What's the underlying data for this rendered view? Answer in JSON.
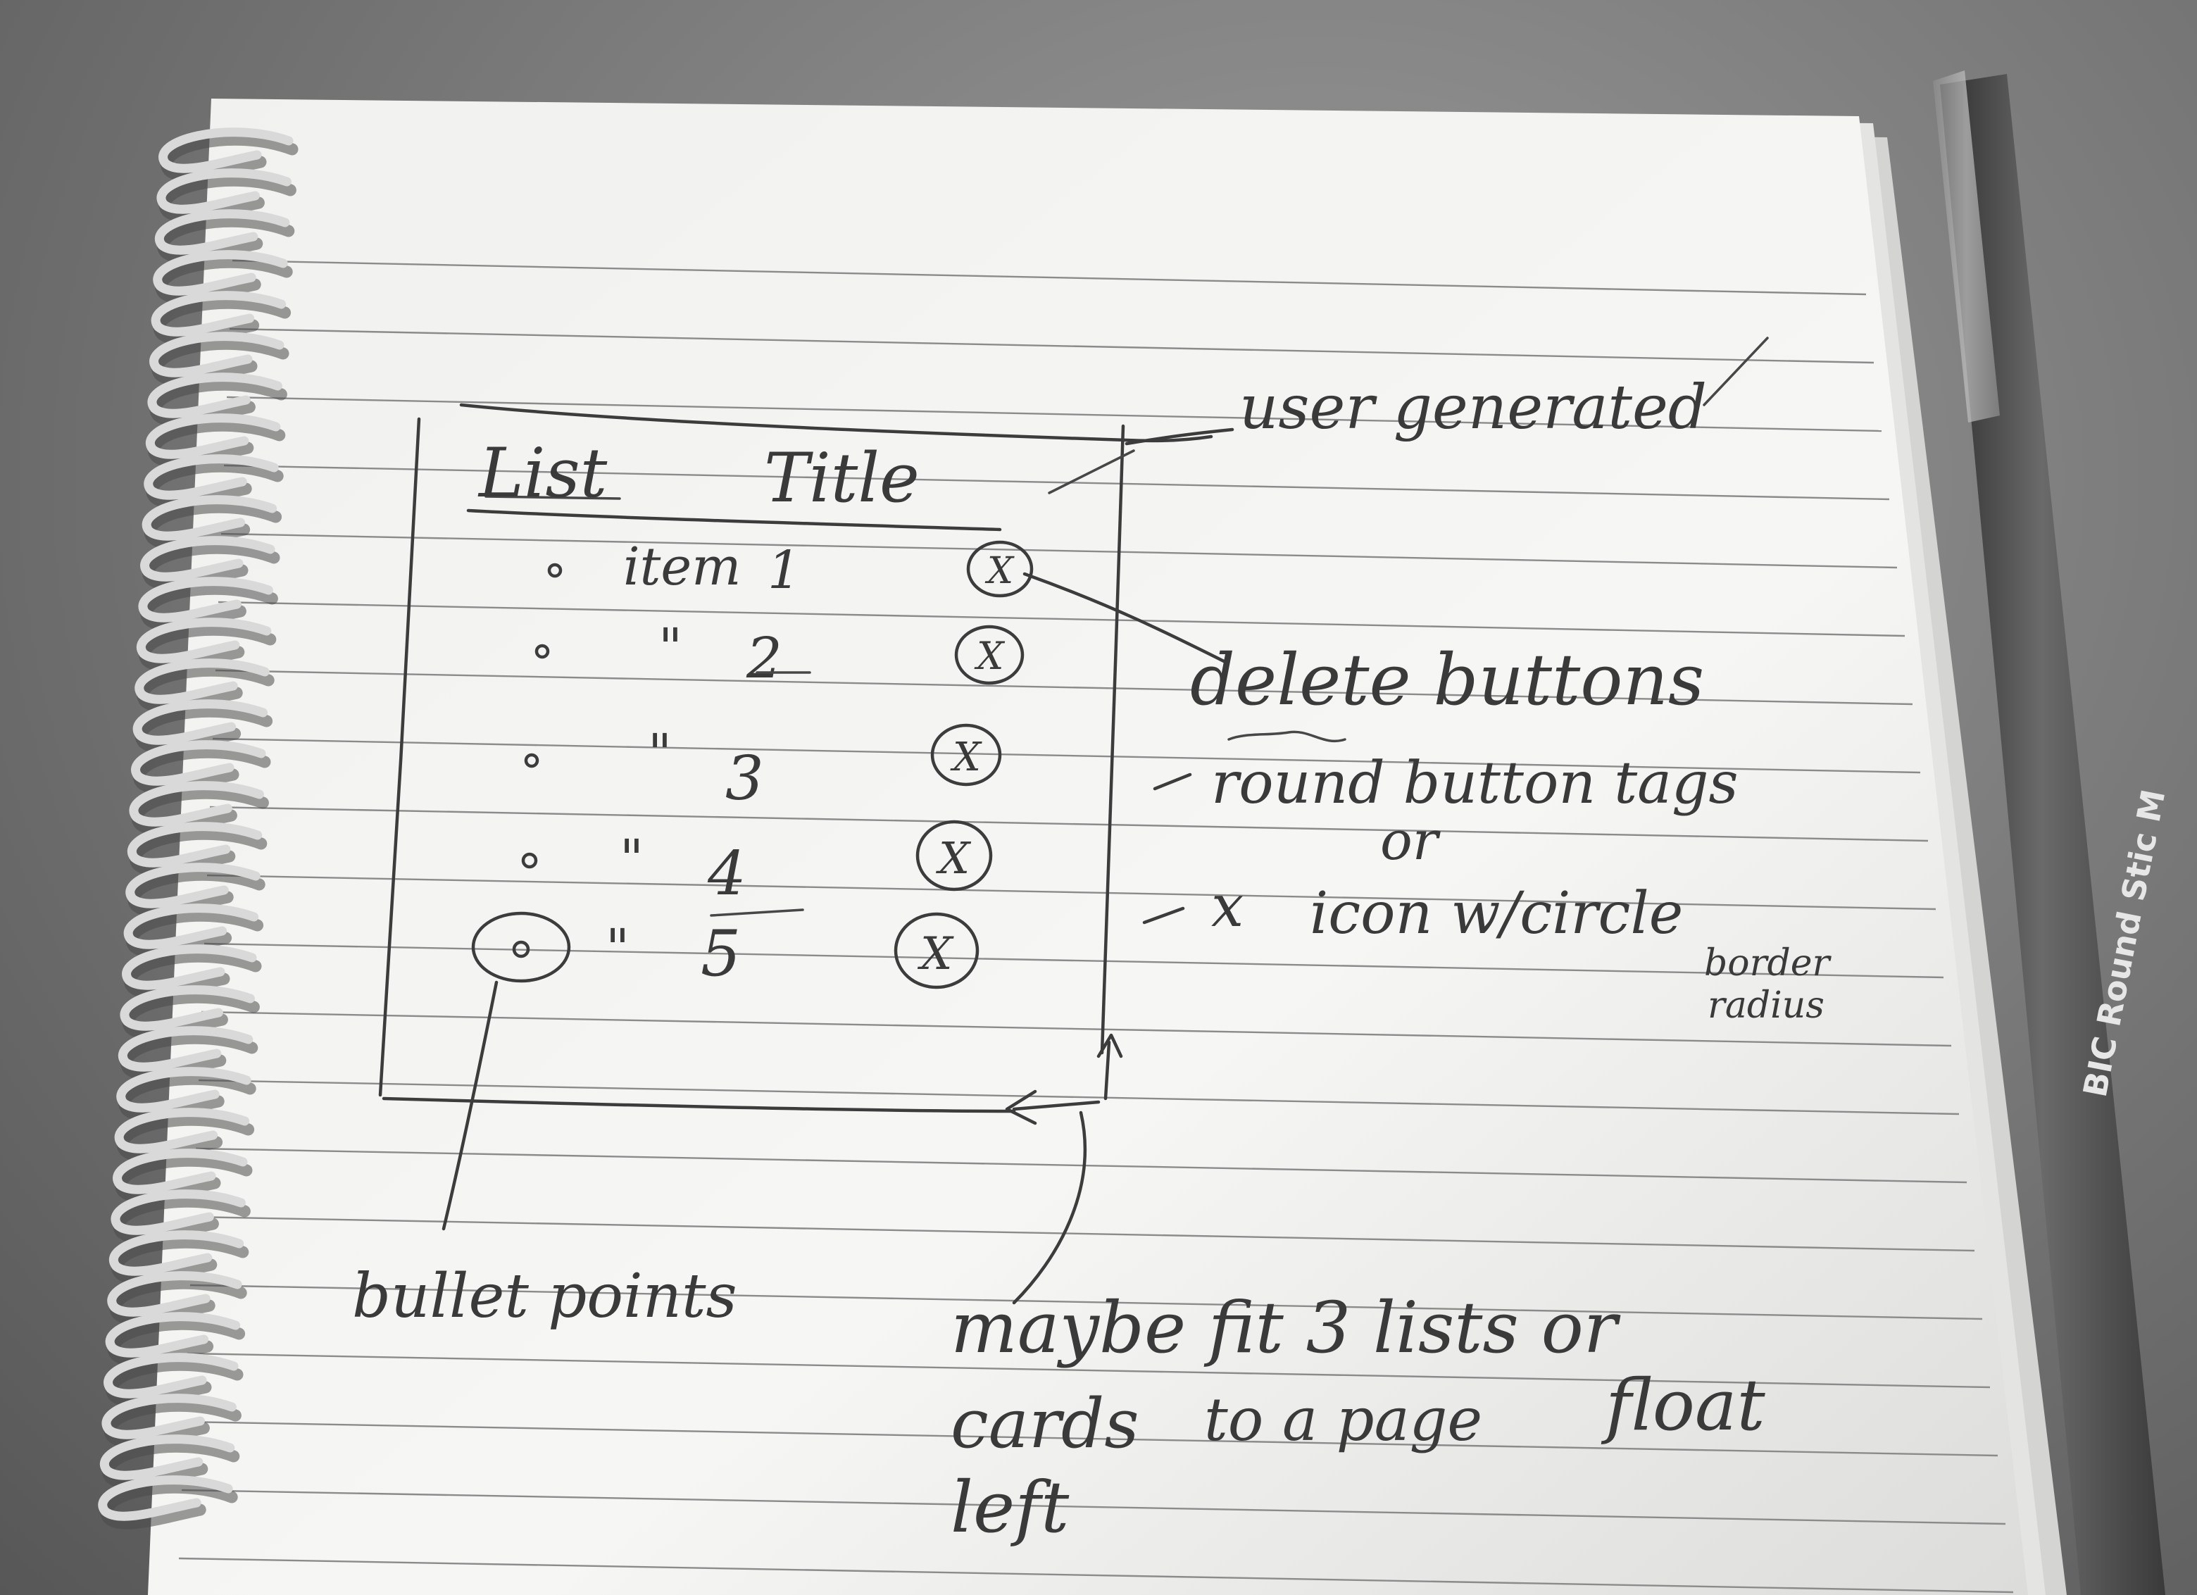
{
  "sketch": {
    "list_title_left": "List",
    "list_title_right": "Title",
    "items": [
      {
        "name": "item 1",
        "mark": "item",
        "num": "1"
      },
      {
        "name": "item 2",
        "mark": "\"",
        "num": "2"
      },
      {
        "name": "item 3",
        "mark": "\"",
        "num": "3"
      },
      {
        "name": "item 4",
        "mark": "\"",
        "num": "4"
      },
      {
        "name": "item 5",
        "mark": "\"",
        "num": "5"
      }
    ],
    "delete_glyph": "X"
  },
  "annotations": {
    "user_generated": "user generated",
    "delete_buttons": "delete buttons",
    "round_button_tags": "round button tags",
    "or": "or",
    "x_icon_prefix": "x",
    "x_icon": "icon w/circle",
    "border": "border",
    "radius": "radius",
    "bullet_points": "bullet points",
    "maybe_line1": "maybe fit 3 lists or",
    "maybe_line2_a": "cards",
    "maybe_line2_b": "to a page",
    "maybe_line2_c": "float",
    "maybe_line3": "left"
  },
  "pen": {
    "brand_text": "BIC Round Stic M"
  },
  "colors": {
    "paper": "#f4f4f2",
    "ink": "#3c3c3c",
    "rule": "#8b8b8b",
    "pen_body": "#5a5a5a"
  }
}
